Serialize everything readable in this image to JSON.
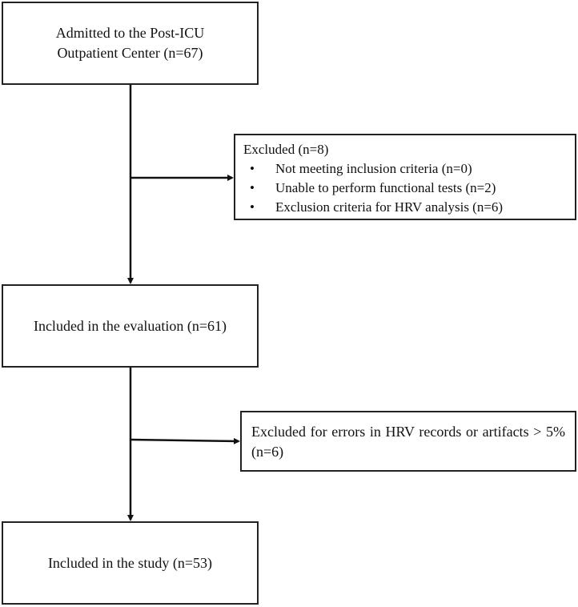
{
  "boxes": {
    "admitted": "Admitted to the Post-ICU Outpatient Center (n=67)",
    "excluded_1": {
      "heading": "Excluded (n=8)",
      "bullet_char": "•",
      "items": [
        "Not meeting inclusion criteria  (n=0)",
        "Unable to perform functional tests (n=2)",
        "Exclusion criteria for HRV analysis (n=6)"
      ]
    },
    "evaluation": "Included in the evaluation (n=61)",
    "excluded_2": "Excluded for errors in HRV records or artifacts > 5% (n=6)",
    "study": "Included in the study (n=53)"
  },
  "colors": {
    "line": "#111111",
    "border": "#222222",
    "text": "#111111"
  }
}
